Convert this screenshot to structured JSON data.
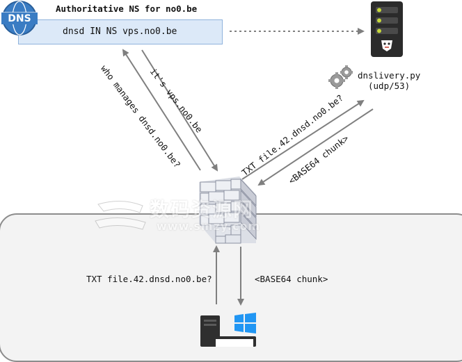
{
  "auth_ns": {
    "title": "Authoritative NS for no0.be",
    "record": "dnsd IN NS vps.no0.be",
    "badge": "DNS"
  },
  "service": {
    "name": "dnslivery.py",
    "port": "(udp/53)"
  },
  "flows": {
    "left_query": "who manages dnsd.no0.be?",
    "left_answer": "it's vps.no0.be",
    "right_query": "TXT file.42.dnsd.no0.be?",
    "right_answer": "<BASE64 chunk>",
    "inner_query": "TXT file.42.dnsd.no0.be?",
    "inner_answer": "<BASE64 chunk>"
  },
  "watermark": {
    "text_cn": "数码资源网",
    "text_url": "www.smzy.com"
  },
  "icons": [
    "dns-globe-icon",
    "server-icon",
    "gears-icon",
    "firewall-icon",
    "workstation-icon",
    "windows-logo-icon"
  ],
  "colors": {
    "ns_box_fill": "#dce9f8",
    "ns_box_border": "#8fb3dc",
    "arrow": "#7f7f7f",
    "inner_network": "#f3f3f3",
    "dns_badge": "#3a7cc3"
  }
}
